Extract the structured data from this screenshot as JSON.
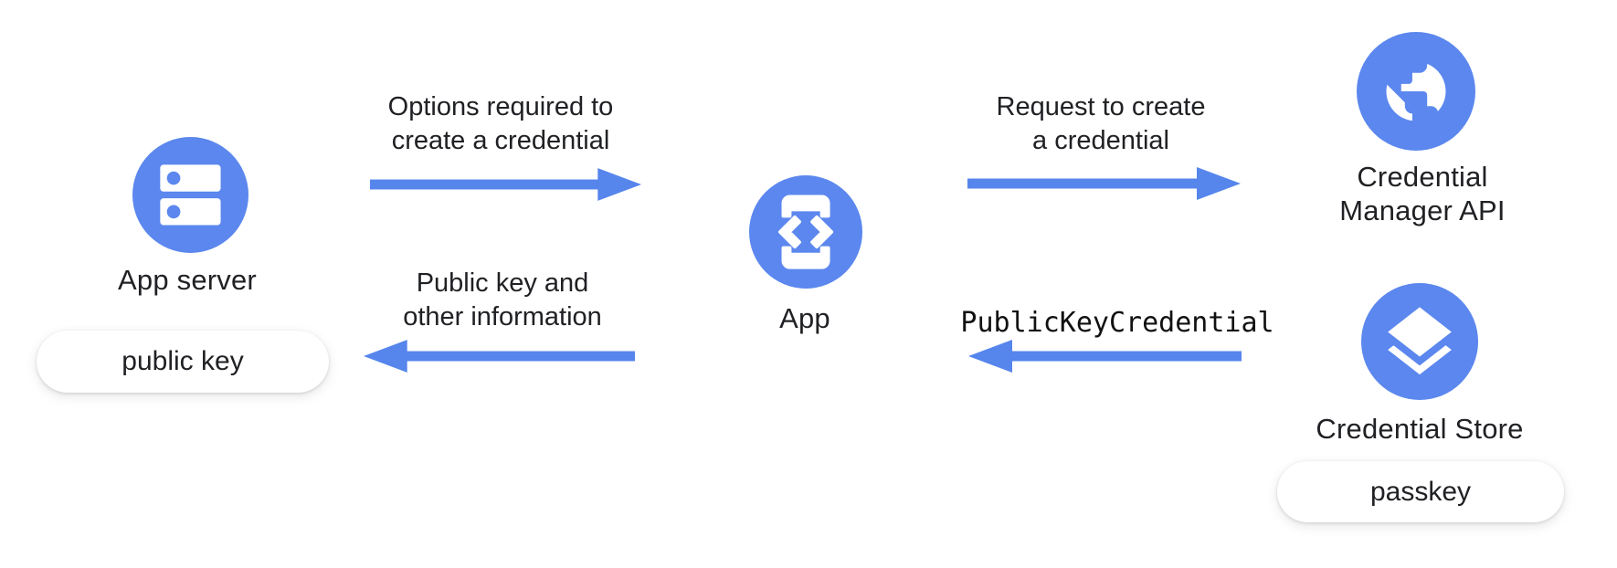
{
  "palette": {
    "icon_blue": "#5b87ee",
    "arrow_blue": "#5685ec",
    "text_dark": "#202124",
    "pill_bg": "#ffffff",
    "canvas_bg": "#ffffff"
  },
  "nodes": {
    "app_server": {
      "label": "App server",
      "icon": "server-icon",
      "badge": "public key"
    },
    "app": {
      "label": "App",
      "icon": "phone-code-icon"
    },
    "credential_manager_api": {
      "label_line1": "Credential",
      "label_line2": "Manager API",
      "icon": "globe-icon"
    },
    "credential_store": {
      "label": "Credential Store",
      "icon": "layers-icon",
      "badge": "passkey"
    }
  },
  "arrows": {
    "options_to_create": {
      "from": "App server",
      "to": "App",
      "direction": "right",
      "label_line1": "Options required to",
      "label_line2": "create a credential"
    },
    "request_to_create": {
      "from": "App",
      "to": "Credential Manager API",
      "direction": "right",
      "label_line1": "Request to create",
      "label_line2": "a credential"
    },
    "public_key_info": {
      "from": "App",
      "to": "App server",
      "direction": "left",
      "label_line1": "Public key and",
      "label_line2": "other information"
    },
    "public_key_credential": {
      "from": "Credential Manager API",
      "to": "App",
      "direction": "left",
      "label": "PublicKeyCredential"
    }
  }
}
